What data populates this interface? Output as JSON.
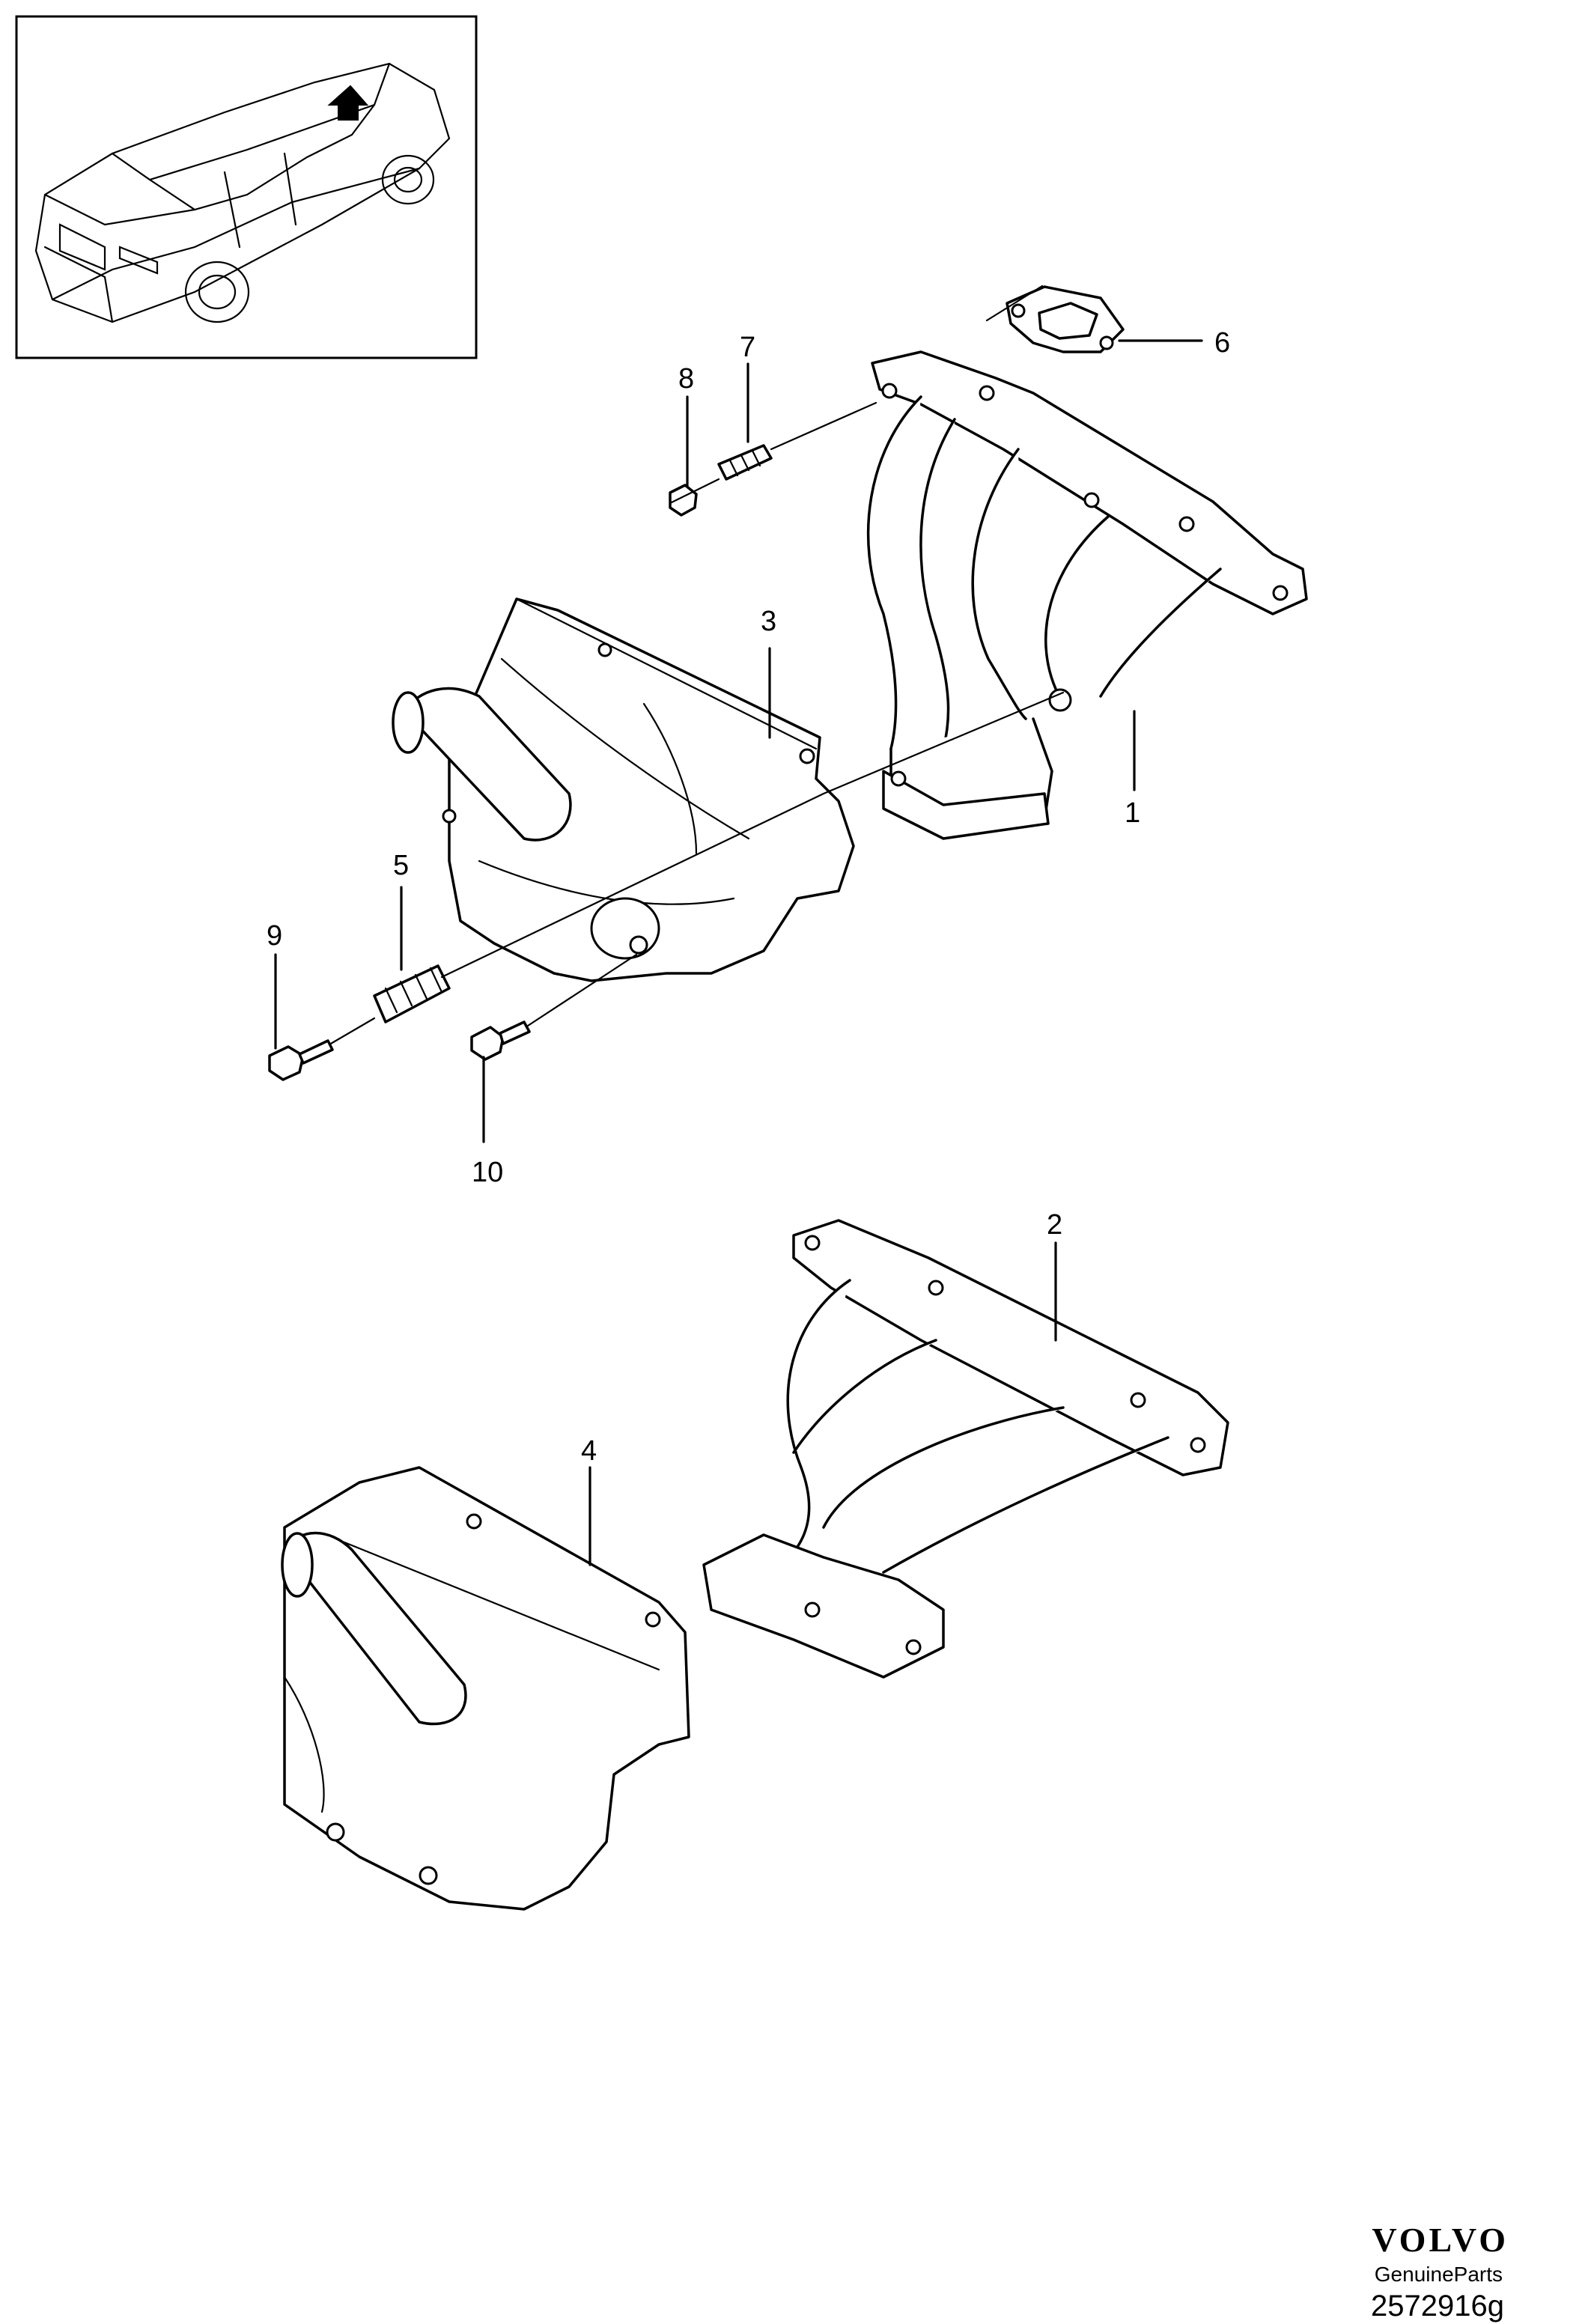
{
  "callouts": [
    {
      "label": "1"
    },
    {
      "label": "2"
    },
    {
      "label": "3"
    },
    {
      "label": "4"
    },
    {
      "label": "5"
    },
    {
      "label": "6"
    },
    {
      "label": "7"
    },
    {
      "label": "8"
    },
    {
      "label": "9"
    },
    {
      "label": "10"
    }
  ],
  "brand": {
    "logo_text": "VOLVO",
    "tagline": "GenuineParts",
    "diagram_number": "2572916g"
  }
}
